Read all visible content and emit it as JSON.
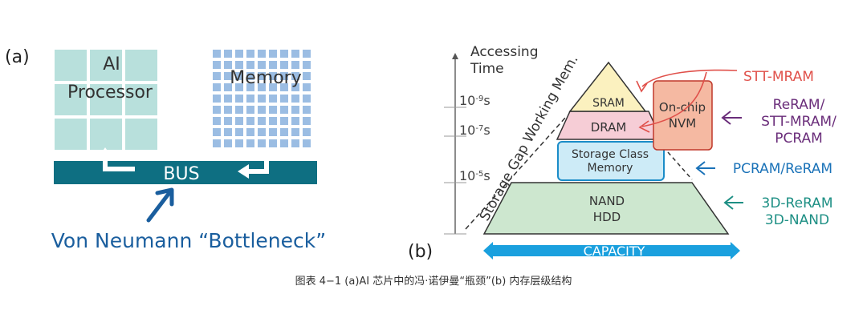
{
  "panel_a": {
    "label": "(a)",
    "processor": {
      "line1": "AI",
      "line2": "Processor"
    },
    "memory": "Memory",
    "bus": "BUS",
    "bottleneck": "Von Neumann “Bottleneck”"
  },
  "panel_b": {
    "label": "(b)",
    "accessing_time": {
      "line1": "Accessing",
      "line2": "Time"
    },
    "ticks": [
      {
        "base": "10",
        "exp": "-9",
        "unit": "s"
      },
      {
        "base": "10",
        "exp": "-7",
        "unit": "s"
      },
      {
        "base": "10",
        "exp": "-5",
        "unit": "s"
      }
    ],
    "gap_label": "Storage Gap Working Mem.",
    "levels": {
      "sram": "SRAM",
      "dram": "DRAM",
      "scm": {
        "line1": "Storage Class",
        "line2": "Memory"
      },
      "nand": {
        "line1": "NAND",
        "line2": "HDD"
      }
    },
    "onchip": {
      "line1": "On-chip",
      "line2": "NVM"
    },
    "capacity": "CAPACITY",
    "annotations": {
      "stt_mram": "STT-MRAM",
      "emerging": {
        "line1": "ReRAM/",
        "line2": "STT-MRAM/",
        "line3": "PCRAM"
      },
      "pcram_reram": "PCRAM/ReRAM",
      "three_d": {
        "line1": "3D-ReRAM",
        "line2": "3D-NAND"
      }
    }
  },
  "caption": "图表 4−1 (a)AI 芯片中的冯·诺伊曼“瓶颈”(b) 内存层级结构",
  "colors": {
    "processor_cell": "#b8e0dc",
    "memory_cell": "#9bbde3",
    "bus": "#0e6f82",
    "bottleneck_text": "#1a5e9e",
    "sram": "#fbf1bf",
    "dram": "#f6cdd6",
    "scm": "#cdebf7",
    "scm_border": "#1a8cc8",
    "nand": "#cde7cf",
    "onchip": "#f5b9a2",
    "stt_mram": "#e0504a",
    "emerging": "#6a2d7a",
    "pcram_reram": "#1a72b8",
    "three_d": "#1d8f84",
    "capacity": "#1aa0de"
  }
}
